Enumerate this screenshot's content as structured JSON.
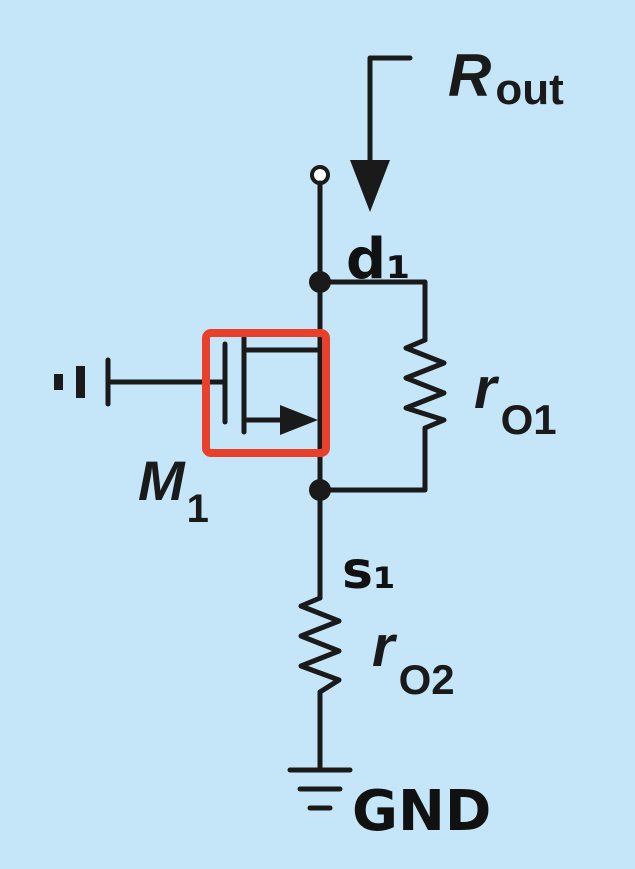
{
  "labels": {
    "rout_main": "R",
    "rout_sub": "out",
    "ro1_main": "r",
    "ro1_sub": "O1",
    "ro2_main": "r",
    "ro2_sub": "O2",
    "m1_main": "M",
    "m1_sub": "1",
    "drain_node": "d₁",
    "source_node": "s₁",
    "ground": "GND"
  },
  "highlight": {
    "color": "#e8402a"
  }
}
